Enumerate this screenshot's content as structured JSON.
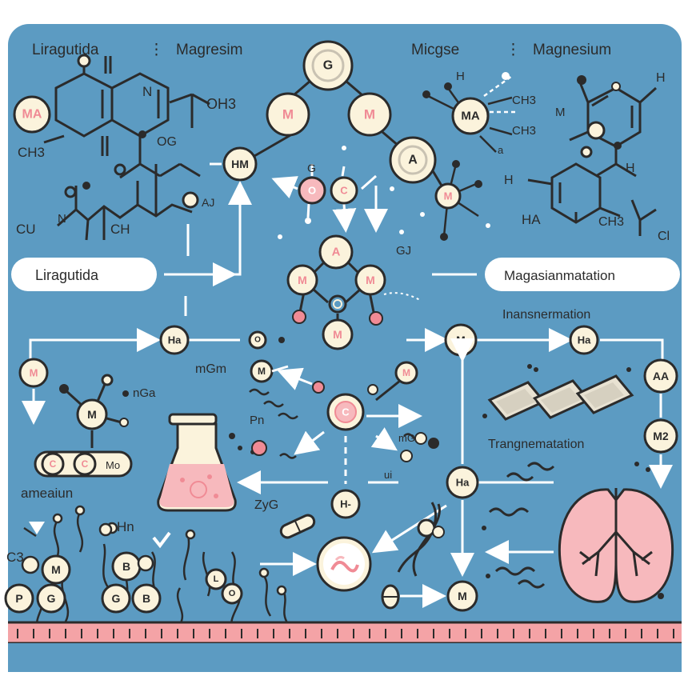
{
  "colors": {
    "background": "#5c9bc2",
    "frame": "#ffffff",
    "ink": "#2b2b2b",
    "node_fill": "#fbf3dc",
    "pink": "#f08b95",
    "pink_light": "#f7b9bd",
    "strip": "#f4a3a6",
    "white": "#ffffff"
  },
  "top_labels": [
    "Liragutida",
    "Magresim",
    "Micgse",
    "Magnesium"
  ],
  "pill_left": "Liragutida",
  "pill_right": "Magasianmatation",
  "section_labels": {
    "transformation_top": "Inansnermation",
    "transformation_mid": "Trangnematation",
    "amesium": "ameaiun",
    "zyg": "ZyG",
    "mgm": "mGm",
    "nga": "nGa",
    "pn": "Pn",
    "mo_small": "mG",
    "gj": "GJ",
    "chain_mo": "Mo",
    "chain_h": "H",
    "left_c3": "C3",
    "b_hn": "Hn",
    "ui": "ui"
  },
  "chem_labels": {
    "ma_left": "MA",
    "ch3_left": "CH3",
    "n_top": "N",
    "oh3": "OH3",
    "og": "OG",
    "cu": "CU",
    "ch": "CH",
    "aj": "AJ",
    "h_right": "H",
    "ch3_right1": "CH3",
    "ch3_right2": "CH3",
    "a_small": "a",
    "m_right": "M",
    "h_far": "H",
    "h_ring": "H",
    "ha": "HA",
    "ch3_ha": "CH3",
    "cl": "Cl",
    "h_mid": "H"
  },
  "nodes": {
    "g_top": "G",
    "m_left": "M",
    "m_right": "M",
    "a_top": "A",
    "m_a": "M",
    "ma_right": "MA",
    "hm": "HM",
    "o_small": "O",
    "c_small": "C",
    "a_center": "A",
    "m_center_l": "M",
    "m_center_r": "M",
    "m_center_b": "M",
    "h_left": "Ha",
    "o_left": "O",
    "m_mid": "M",
    "h_mid_right": "Ha",
    "aa": "AA",
    "m2": "M2",
    "m_leftside": "M",
    "m_mol": "M",
    "c_chain1": "C",
    "c_chain2": "C",
    "mgm_m": "M",
    "m_near": "M",
    "c_center": "C",
    "h_center": "H-",
    "h_right_lower": "Ha",
    "m_bottom": "M",
    "p_node": "P",
    "g_node": "G",
    "g_node2": "G",
    "b_node": "B",
    "b_node2": "B",
    "m_node3": "M",
    "l_node": "L",
    "o_node3": "O"
  }
}
